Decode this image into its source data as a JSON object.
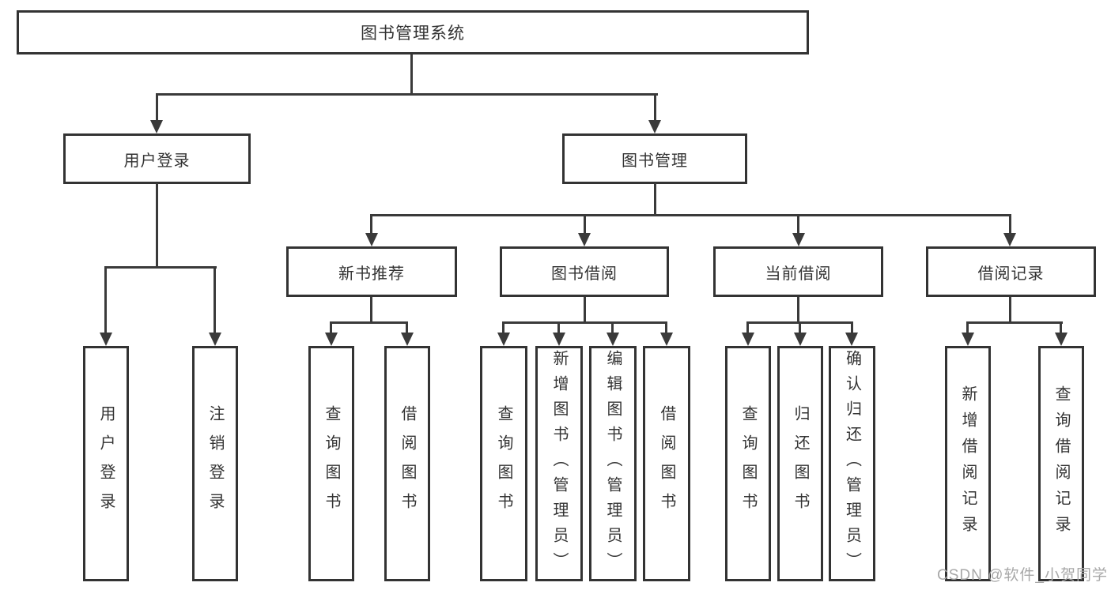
{
  "watermark": "CSDN @软件_小贺同学",
  "colors": {
    "line": "#3a3a3a",
    "box_border": "#333333",
    "text": "#333333",
    "background": "#ffffff",
    "watermark": "#a8a8a8"
  },
  "nodes": {
    "root": "图书管理系统",
    "level1": [
      "用户登录",
      "图书管理"
    ],
    "level2": [
      "新书推荐",
      "图书借阅",
      "当前借阅",
      "借阅记录"
    ],
    "leaves": {
      "user_login": [
        "用户登录",
        "注销登录"
      ],
      "new_book_recommend": [
        "查询图书",
        "借阅图书"
      ],
      "book_borrow": [
        "查询图书",
        "新增图书（管理员）",
        "编辑图书（管理员）",
        "借阅图书"
      ],
      "current_borrow": [
        "查询图书",
        "归还图书",
        "确认归还（管理员）"
      ],
      "borrow_record": [
        "新增借阅记录",
        "查询借阅记录"
      ]
    }
  }
}
